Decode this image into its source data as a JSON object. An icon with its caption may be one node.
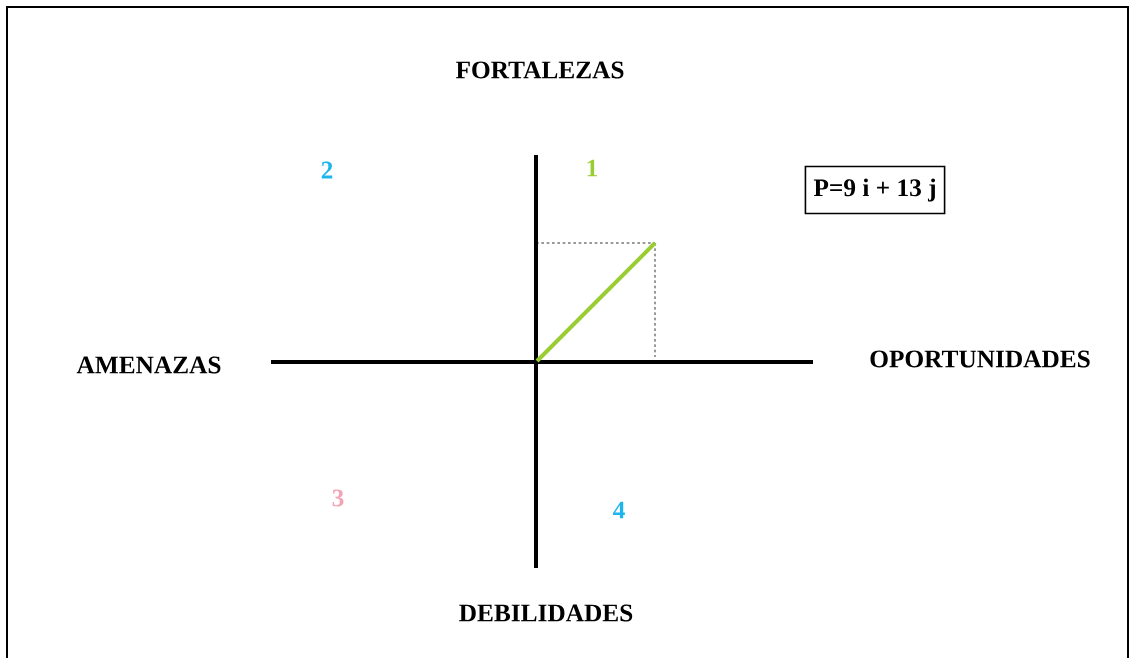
{
  "diagram": {
    "nodes": [
      {
        "text": [
          "P=9 i + 13 j"
        ]
      }
    ],
    "labels": [
      "FORTALEZAS",
      "2",
      "1",
      "AMENAZAS",
      "OPORTUNIDADES",
      "3",
      "4",
      "DEBILIDADES"
    ]
  }
}
